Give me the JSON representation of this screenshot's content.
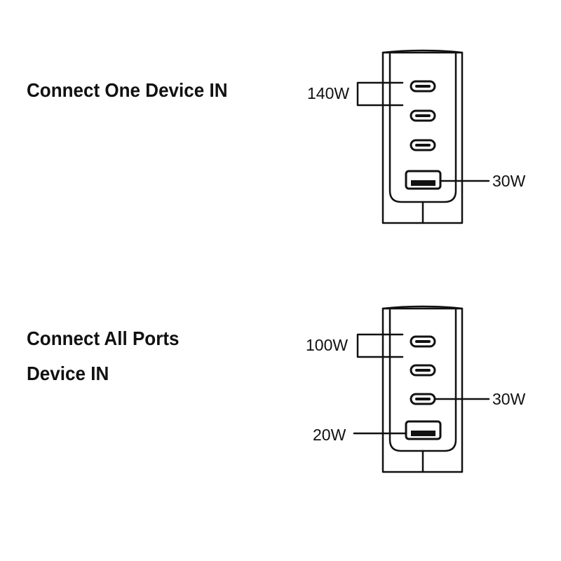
{
  "sections": [
    {
      "heading": [
        "Connect One Device IN"
      ],
      "labels": {
        "c1_c2": "140W",
        "usb_a": "30W"
      }
    },
    {
      "heading": [
        "Connect All Ports",
        "Device IN"
      ],
      "labels": {
        "c1_c2": "100W",
        "c3": "30W",
        "usb_a": "20W"
      }
    }
  ],
  "colors": {
    "line": "#111111",
    "background": "#ffffff"
  },
  "icons": {
    "port_c": "usb-c-port-icon",
    "port_a": "usb-a-port-icon"
  }
}
